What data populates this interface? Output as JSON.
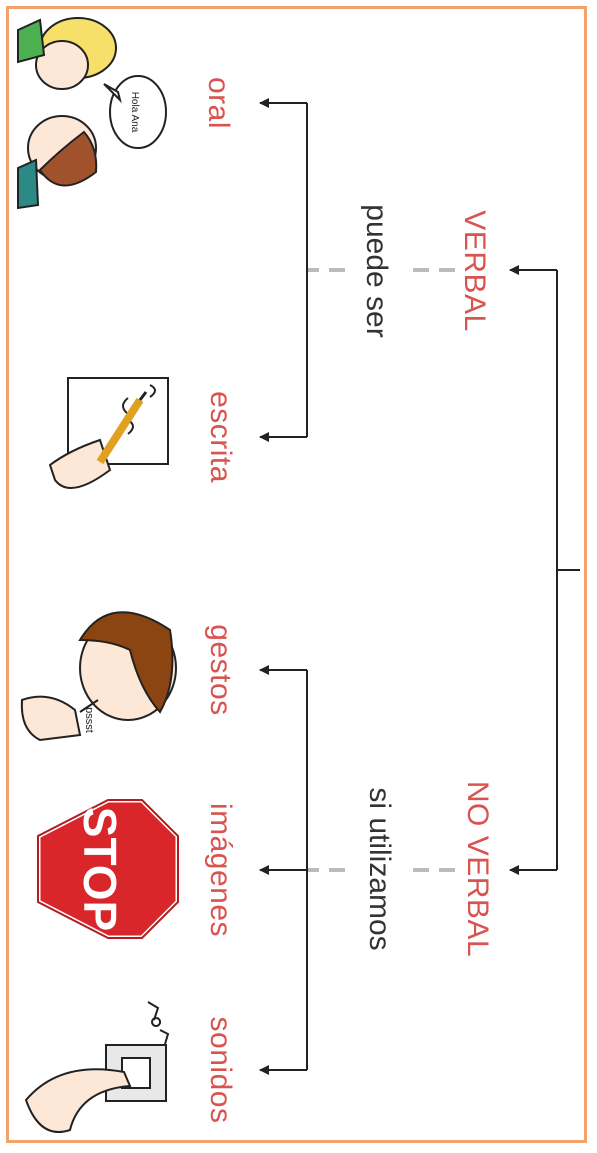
{
  "concept": {
    "verbal": "VERBAL",
    "no_verbal": "NO VERBAL"
  },
  "connectors": {
    "verbal_connector": "puede ser",
    "no_verbal_connector": "si utilizamos"
  },
  "types": {
    "oral": "oral",
    "escrita": "escrita",
    "gestos": "gestos",
    "imagenes": "imágenes",
    "sonidos": "sonidos"
  },
  "pictograms": {
    "stop_sign_text": "STOP",
    "speech_bubble_text": "Hola Ana",
    "gesture_caption": "pssst"
  },
  "colors": {
    "border": "#f2a36c",
    "label_red": "#d9534f",
    "stop_red": "#d8262a"
  }
}
